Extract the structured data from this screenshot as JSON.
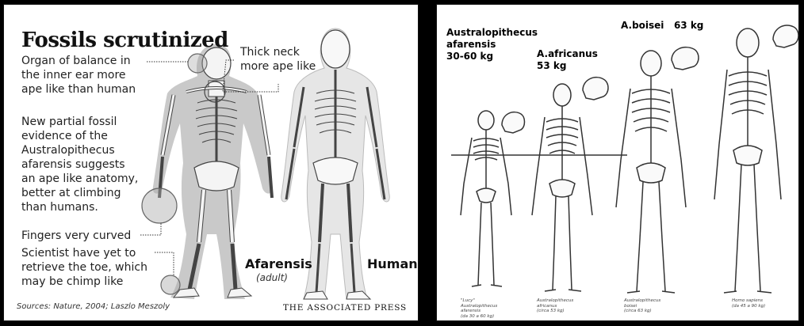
{
  "left_panel": {
    "title": "Fossils scrutinized",
    "balance_note": "Organ of balance in\nthe inner ear more\nape like than human",
    "neck_note": "Thick neck\nmore ape like",
    "evidence_note": "New partial fossil\nevidence of the\nAustralopithecus\nafarensis suggests\nan ape like anatomy,\nbetter at climbing\nthan humans.",
    "fingers_note": "Fingers very curved",
    "toe_note": "Scientist have yet to\nretrieve the toe, which\nmay be chimp like",
    "afarensis_label": "Afarensis",
    "afarensis_sub": "(adult)",
    "human_label": "Human",
    "sources": "Sources: Nature, 2004; Laszlo Meszoly",
    "credit": "THE ASSOCIATED PRESS",
    "colors": {
      "shadow": "#c9c9c9",
      "bone": "#f4f4f4",
      "outline": "#444444"
    }
  },
  "right_panel": {
    "labels": [
      {
        "text": "Australopithecus\nafarensis\n30-60 kg"
      },
      {
        "text": "A.africanus\n53 kg"
      },
      {
        "text": "A.boisei   63 kg"
      }
    ],
    "captions": [
      "\"Lucy\"\nAustralopithecus\nafarensis\n(da 30 a 60 kg)",
      "Australopithecus\nafricanus\n(circa 53 kg)",
      "Australopithecus\nboisei\n(circa 63 kg)",
      "Homo sapiens\n(da 45 a 90 kg)"
    ]
  }
}
